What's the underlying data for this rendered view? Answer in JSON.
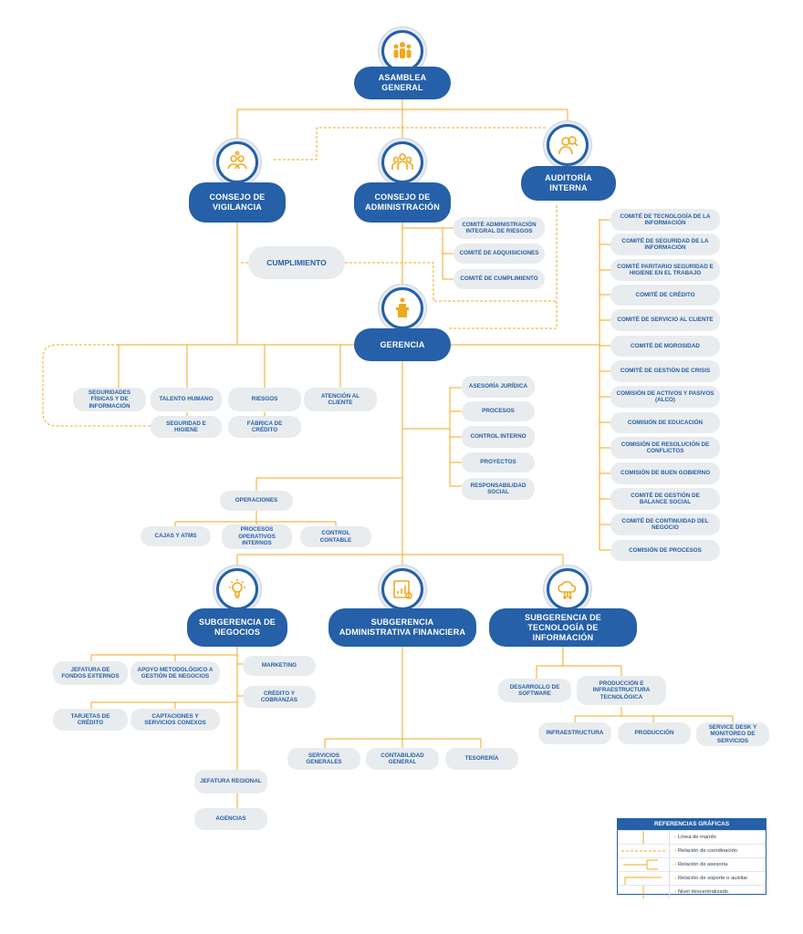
{
  "colors": {
    "primary": "#2560a8",
    "accent": "#f0a81d",
    "pill_bg": "#e9ecef"
  },
  "top": {
    "asamblea": "ASAMBLEA GENERAL",
    "vigilancia": "CONSEJO DE VIGILANCIA",
    "administracion": "CONSEJO DE ADMINISTRACIÓN",
    "auditoria": "AUDITORÍA INTERNA",
    "gerencia": "GERENCIA",
    "cumplimiento": "CUMPLIMIENTO"
  },
  "board_committees": [
    "COMITÉ ADMINISTRACIÓN INTEGRAL DE RIESGOS",
    "COMITÉ DE ADQUISICIONES",
    "COMITÉ DE CUMPLIMIENTO"
  ],
  "right_committees": [
    "COMITÉ DE TECNOLOGÍA DE LA INFORMACIÓN",
    "COMITÉ DE SEGURIDAD DE LA INFORMACIÓN",
    "COMITÉ PARITARIO SEGURIDAD E HIGIENE EN EL TRABAJO",
    "COMITÉ DE CRÉDITO",
    "COMITÉ DE SERVICIO AL CLIENTE",
    "COMITÉ DE MOROSIDAD",
    "COMITÉ DE GESTIÓN DE CRISIS",
    "COMISIÓN DE ACTIVOS Y PASIVOS (ALCO)",
    "COMISIÓN DE EDUCACIÓN",
    "COMISIÓN DE RESOLUCIÓN DE CONFLICTOS",
    "COMISIÓN DE BUEN GOBIERNO",
    "COMITÉ DE GESTIÓN DE BALANCE SOCIAL",
    "COMITÉ DE CONTINUIDAD DEL NEGOCIO",
    "COMISIÓN DE PROCESOS"
  ],
  "gerencia_left": {
    "seguridades": "SEGURIDADES FÍSICAS Y DE INFORMACIÓN",
    "talento": "TALENTO HUMANO",
    "riesgos": "RIESGOS",
    "atencion": "ATENCIÓN AL CLIENTE",
    "seguridad_higiene": "SEGURIDAD E HIGIENE",
    "fabrica": "FÁBRICA DE CRÉDITO"
  },
  "advisory": [
    "ASESORÍA JURÍDICA",
    "PROCESOS",
    "CONTROL INTERNO",
    "PROYECTOS",
    "RESPONSABILIDAD SOCIAL"
  ],
  "operaciones": {
    "title": "OPERACIONES",
    "children": [
      "CAJAS Y ATMS",
      "PROCESOS OPERATIVOS INTERNOS",
      "CONTROL CONTABLE"
    ]
  },
  "subgerencias": {
    "negocios": "SUBGERENCIA DE NEGOCIOS",
    "financiera": "SUBGERENCIA ADMINISTRATIVA FINANCIERA",
    "tecnologia": "SUBGERENCIA DE TECNOLOGÍA DE INFORMACIÓN"
  },
  "negocios_units": {
    "fondos": "JEFATURA DE FONDOS EXTERNOS",
    "apoyo": "APOYO METODOLÓGICO A GESTIÓN DE NEGOCIOS",
    "marketing": "MARKETING",
    "credito": "CRÉDITO Y COBRANZAS",
    "tarjetas": "TARJETAS DE CRÉDITO",
    "captaciones": "CAPTACIONES Y SERVICIOS CONEXOS",
    "regional": "JEFATURA REGIONAL",
    "agencias": "AGENCIAS"
  },
  "financiera_units": [
    "SERVICIOS GENERALES",
    "CONTABILIDAD GENERAL",
    "TESORERÍA"
  ],
  "tecnologia_units": {
    "desarrollo": "DESARROLLO DE SOFTWARE",
    "produccion_infra": "PRODUCCIÓN E INFRAESTRUCTURA TECNOLÓGICA",
    "infraestructura": "INFRAESTRUCTURA",
    "produccion": "PRODUCCIÓN",
    "servicedesk": "SERVICE DESK Y MONITOREO DE SERVICIOS"
  },
  "legend": {
    "title": "REFERENCIAS GRÁFICAS",
    "items": [
      "Línea de mando",
      "Relación de coordinación",
      "Relación de asesoría",
      "Relación de soporte o auxiliar",
      "Nivel descentralizado"
    ]
  }
}
